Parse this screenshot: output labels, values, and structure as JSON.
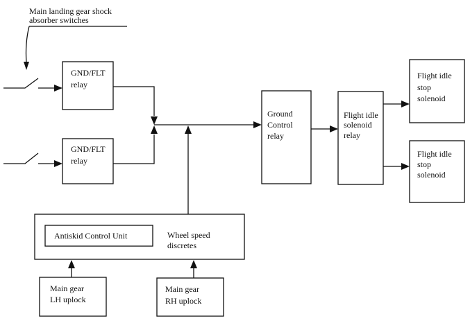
{
  "annotation": {
    "line1": "Main landing gear shock",
    "line2": "absorber switches"
  },
  "relays": {
    "gnd_flt_top": [
      "GND/FLT",
      "relay"
    ],
    "gnd_flt_bottom": [
      "GND/FLT",
      "relay"
    ],
    "ground_control": [
      "Ground",
      "Control",
      "relay"
    ],
    "flight_idle_solenoid": [
      "Flight idle",
      "solenoid",
      "relay"
    ]
  },
  "solenoids": {
    "top": [
      "Flight idle",
      "stop",
      "solenoid"
    ],
    "bottom": [
      "Flight idle",
      "stop",
      "solenoid"
    ]
  },
  "antiskid": {
    "unit_label": "Antiskid Control Unit",
    "discretes": [
      "Wheel speed",
      "discretes"
    ]
  },
  "uplocks": {
    "lh": [
      "Main gear",
      "LH uplock"
    ],
    "rh": [
      "Main gear",
      "RH uplock"
    ]
  },
  "colors": {
    "line": "#111111",
    "background": "#ffffff"
  }
}
